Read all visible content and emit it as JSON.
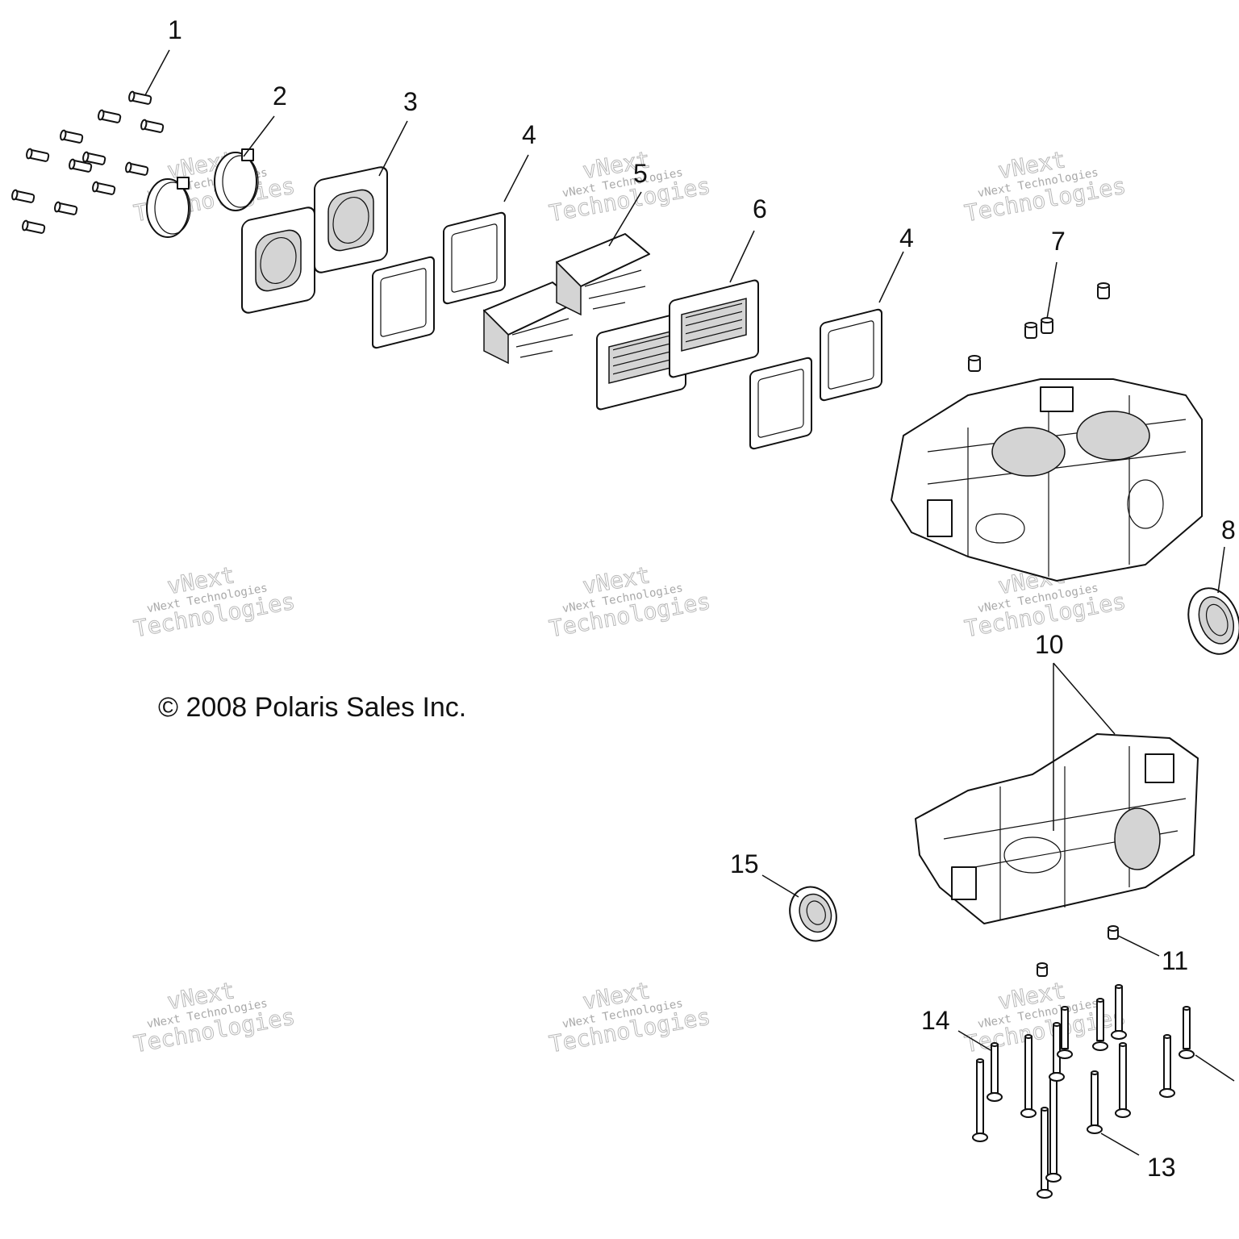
{
  "diagram": {
    "callouts": [
      {
        "id": "c1",
        "label": "1"
      },
      {
        "id": "c2",
        "label": "2"
      },
      {
        "id": "c3",
        "label": "3"
      },
      {
        "id": "c4a",
        "label": "4"
      },
      {
        "id": "c5",
        "label": "5"
      },
      {
        "id": "c6",
        "label": "6"
      },
      {
        "id": "c4b",
        "label": "4"
      },
      {
        "id": "c7",
        "label": "7"
      },
      {
        "id": "c8",
        "label": "8"
      },
      {
        "id": "c10",
        "label": "10"
      },
      {
        "id": "c11",
        "label": "11"
      },
      {
        "id": "c13",
        "label": "13"
      },
      {
        "id": "c14",
        "label": "14"
      },
      {
        "id": "c15",
        "label": "15"
      }
    ],
    "copyright": "© 2008 Polaris Sales Inc.",
    "watermark": {
      "line1": "vNext",
      "line2": "vNext Technologies",
      "line3": "Technologies"
    }
  }
}
